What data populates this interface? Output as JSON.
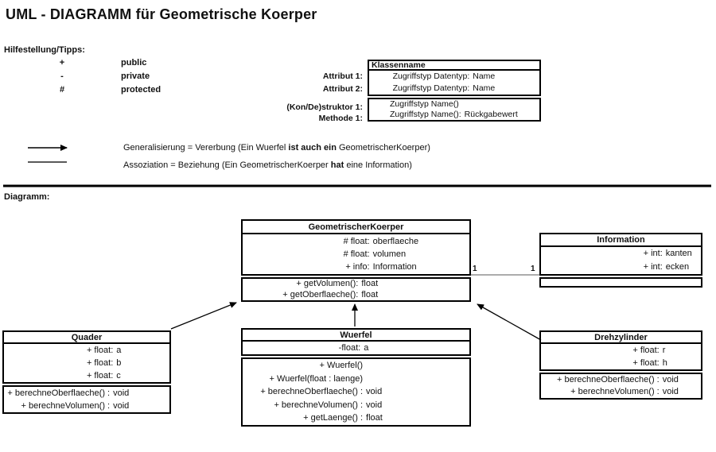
{
  "page": {
    "title": "UML - DIAGRAMM für Geometrische Koerper"
  },
  "help": {
    "heading": "Hilfestellung/Tipps:",
    "visibility": [
      {
        "symbol": "+",
        "label": "public"
      },
      {
        "symbol": "-",
        "label": "private"
      },
      {
        "symbol": "#",
        "label": "protected"
      }
    ],
    "template_box": {
      "title": "Klassenname",
      "row_labels": [
        "Attribut 1:",
        "Attribut 2:",
        "(Kon/De)struktor 1:",
        "Methode 1:"
      ],
      "attributes": [
        {
          "l": "Zugriffstyp Datentyp:",
          "r": "Name"
        },
        {
          "l": "Zugriffstyp Datentyp:",
          "r": "Name"
        }
      ],
      "members": [
        {
          "l": "Zugriffstyp Name()",
          "r": ""
        },
        {
          "l": "Zugriffstyp Name():",
          "r": "Rückgabewert"
        }
      ]
    },
    "legend": [
      {
        "pre": "Generalisierung = Vererbung (Ein Wuerfel ",
        "bold": "ist auch ein",
        "post": " GeometrischerKoerper)"
      },
      {
        "pre": "Assoziation = Beziehung (Ein GeometrischerKoerper ",
        "bold": "hat",
        "post": " eine Information)"
      }
    ]
  },
  "diagram": {
    "heading": "Diagramm:",
    "classes": {
      "geometrischer_koerper": {
        "name": "GeometrischerKoerper",
        "attributes": [
          {
            "l": "# float:",
            "r": "oberflaeche"
          },
          {
            "l": "# float:",
            "r": "volumen"
          },
          {
            "l": "+ info:",
            "r": "Information"
          }
        ],
        "methods": [
          {
            "l": "+ getVolumen():",
            "r": "float"
          },
          {
            "l": "+ getOberflaeche():",
            "r": "float"
          }
        ]
      },
      "information": {
        "name": "Information",
        "attributes": [
          {
            "l": "+ int:",
            "r": "kanten"
          },
          {
            "l": "+ int:",
            "r": "ecken"
          }
        ],
        "methods": []
      },
      "quader": {
        "name": "Quader",
        "attributes": [
          {
            "l": "+ float:",
            "r": "a"
          },
          {
            "l": "+ float:",
            "r": "b"
          },
          {
            "l": "+ float:",
            "r": "c"
          }
        ],
        "methods": [
          {
            "l": "+ berechneOberflaeche() :",
            "r": "void"
          },
          {
            "l": "+ berechneVolumen() :",
            "r": "void"
          }
        ]
      },
      "wuerfel": {
        "name": "Wuerfel",
        "attributes": [
          {
            "l": "-float:",
            "r": "a"
          }
        ],
        "methods": [
          {
            "l": "+ Wuerfel()",
            "r": ""
          },
          {
            "l": "+ Wuerfel(float : laenge)",
            "r": ""
          },
          {
            "l": "+ berechneOberflaeche() :",
            "r": "void"
          },
          {
            "l": "+ berechneVolumen() :",
            "r": "void"
          },
          {
            "l": "+ getLaenge() :",
            "r": "float"
          }
        ]
      },
      "drehzylinder": {
        "name": "Drehzylinder",
        "attributes": [
          {
            "l": "+ float:",
            "r": "r"
          },
          {
            "l": "+ float:",
            "r": "h"
          }
        ],
        "methods": [
          {
            "l": "+ berechneOberflaeche() :",
            "r": "void"
          },
          {
            "l": "+ berechneVolumen() :",
            "r": "void"
          }
        ]
      }
    },
    "association": {
      "left_multiplicity": "1",
      "right_multiplicity": "1"
    }
  }
}
